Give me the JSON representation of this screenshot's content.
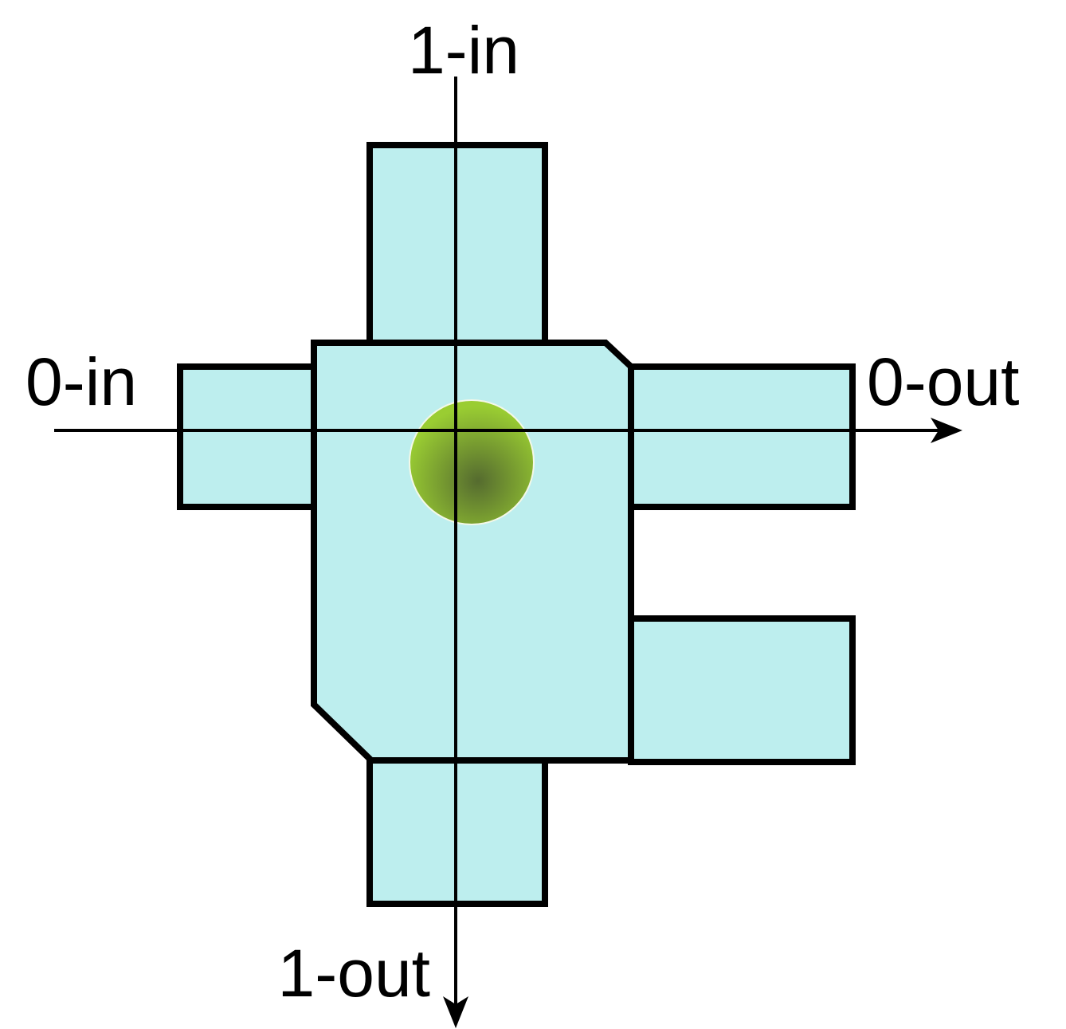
{
  "labels": {
    "in_1": "1-in",
    "in_0": "0-in",
    "out_0": "0-out",
    "out_1": "1-out"
  },
  "colors": {
    "block_fill": "#bdeeee",
    "block_stroke": "#000000",
    "axis": "#000000",
    "particle_light": "#9acd32",
    "particle_dark": "#556b2f"
  },
  "icons": {
    "particle": "green-sphere-icon",
    "arrow_right": "arrowhead-right-icon",
    "arrow_down": "arrowhead-down-icon"
  }
}
